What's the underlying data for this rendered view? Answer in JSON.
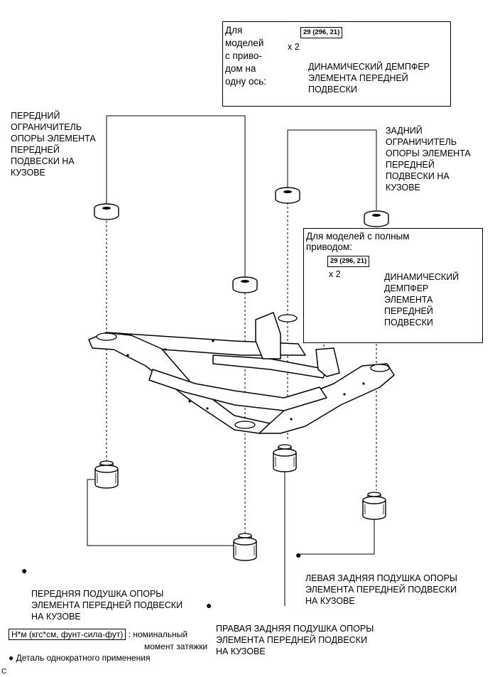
{
  "fwd_box": {
    "title": "Для\nмоделей\nс приво-\nдом на\nодну ось:",
    "torque": "29 (296, 21)",
    "qty": "x 2",
    "part": "ДИНАМИЧЕСКИЙ ДЕМПФЕР\nЭЛЕМЕНТА ПЕРЕДНЕЙ\nПОДВЕСКИ"
  },
  "awd_box": {
    "title": "Для моделей с полным\nприводом:",
    "torque": "29 (296, 21)",
    "qty": "x 2",
    "part": "ДИНАМИЧЕСКИЙ\nДЕМПФЕР\nЭЛЕМЕНТА\nПЕРЕДНЕЙ\nПОДВЕСКИ"
  },
  "labels": {
    "front_stopper": "ПЕРЕДНИЙ\nОГРАНИЧИТЕЛЬ\nОПОРЫ ЭЛЕМЕНТА\nПЕРЕДНЕЙ\nПОДВЕСКИ НА\nКУЗОВЕ",
    "rear_stopper": "ЗАДНИЙ\nОГРАНИЧИТЕЛЬ\nОПОРЫ ЭЛЕМЕНТА\nПЕРЕДНЕЙ\nПОДВЕСКИ НА\nКУЗОВЕ",
    "front_cushion": "ПЕРЕДНЯЯ ПОДУШКА ОПОРЫ\nЭЛЕМЕНТА ПЕРЕДНЕЙ ПОДВЕСКИ\nНА КУЗОВЕ",
    "left_rear_cushion": "ЛЕВАЯ ЗАДНЯЯ ПОДУШКА ОПОРЫ\nЭЛЕМЕНТА ПЕРЕДНЕЙ ПОДВЕСКИ\nНА КУЗОВЕ",
    "right_rear_cushion": "ПРАВАЯ ЗАДНЯЯ ПОДУШКА ОПОРЫ\nЭЛЕМЕНТА ПЕРЕДНЕЙ ПОДВЕСКИ\nНА КУЗОВЕ"
  },
  "legend": {
    "torque_unit": "Н*м (кгс*см, фунт-сила-фут)",
    "torque_desc": ": номинальный",
    "torque_desc2": "момент затяжки",
    "bullet": "●",
    "nonreusable": "Деталь однократного применения"
  },
  "figure_code": "C"
}
